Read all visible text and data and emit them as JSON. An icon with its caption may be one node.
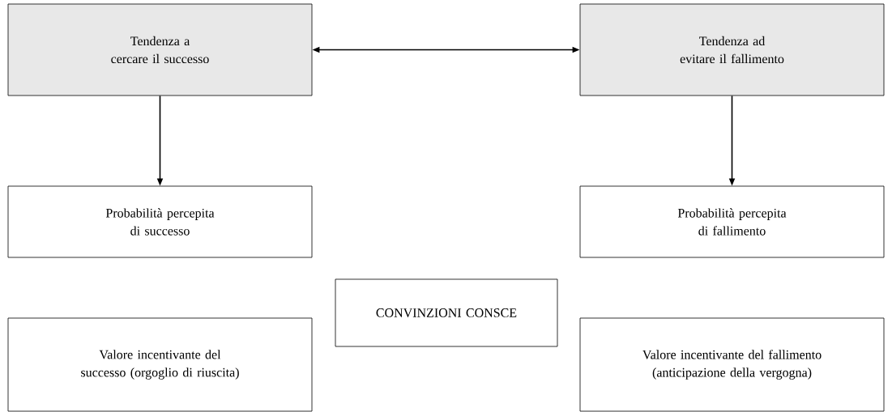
{
  "diagram": {
    "nodes": [
      {
        "text": [
          "Tendenza a cercare il successo"
        ]
      },
      {
        "text": [
          "Tendenza ad evitare il fallimento"
        ]
      },
      {
        "text": [
          "Probabilità percepita di successo"
        ]
      },
      {
        "text": [
          "Probabilità percepita di fallimento"
        ]
      },
      {
        "text": [
          "CONVINZIONI CONSCE"
        ]
      },
      {
        "text": [
          "Valore incentivante del successo (orgoglio di riuscita)"
        ]
      },
      {
        "text": [
          "Valore incentivante del fallimento (anticipazione della vergogna)"
        ]
      }
    ],
    "edges": [
      {
        "from": 0,
        "to": 1,
        "arrow": "both"
      },
      {
        "from": 0,
        "to": 2,
        "arrow": "to"
      },
      {
        "from": 1,
        "to": 3,
        "arrow": "to"
      }
    ]
  }
}
